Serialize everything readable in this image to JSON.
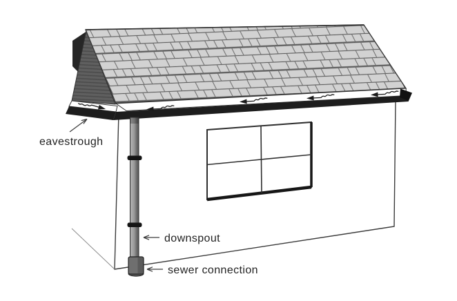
{
  "figure": {
    "labels": {
      "eavestrough": "eavestrough",
      "downspout": "downspout",
      "sewer_connection": "sewer connection"
    },
    "flow_arrow_count": 5,
    "colors": {
      "background": "#ffffff",
      "outline": "#3a3a3a",
      "shingle_fill": "#d2d2d2",
      "shingle_line": "#6a6a6a",
      "gable_fill": "#5f5f5f",
      "far_roof_fill": "#262626",
      "eavestrough_fill": "#1d1d1d",
      "fascia_fill": "#ffffff",
      "flow_arrow": "#1a1a1a",
      "strap_fill": "#141414",
      "sewer_fill": "#6f6f6f",
      "label_text": "#222222"
    }
  }
}
